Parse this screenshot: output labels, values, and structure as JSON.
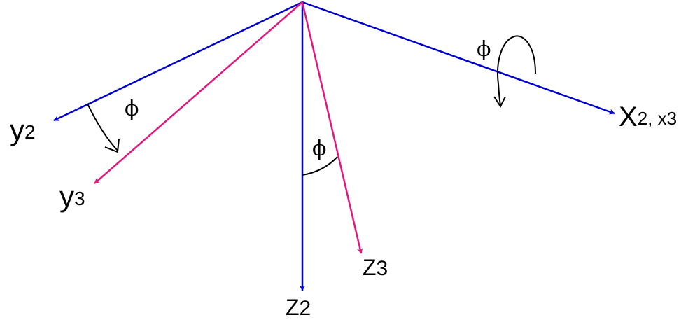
{
  "diagram": {
    "colors": {
      "frame2_axes": "#0000cc",
      "frame3_axes": "#e6157d",
      "annotation": "#000000"
    },
    "rotation_axis": "x2",
    "angle_symbol": "ϕ",
    "labels": {
      "y2": {
        "base": "y",
        "sub": "2"
      },
      "y3": {
        "base": "y",
        "sub": "3"
      },
      "z2": {
        "base": "Z",
        "sub": "2"
      },
      "z3": {
        "base": "Z",
        "sub": "3"
      },
      "x2x3": {
        "base": "X",
        "sub": "2, x3"
      }
    },
    "angles": {
      "phi_y": "ϕ",
      "phi_z": "ϕ",
      "phi_x": "ϕ"
    }
  }
}
